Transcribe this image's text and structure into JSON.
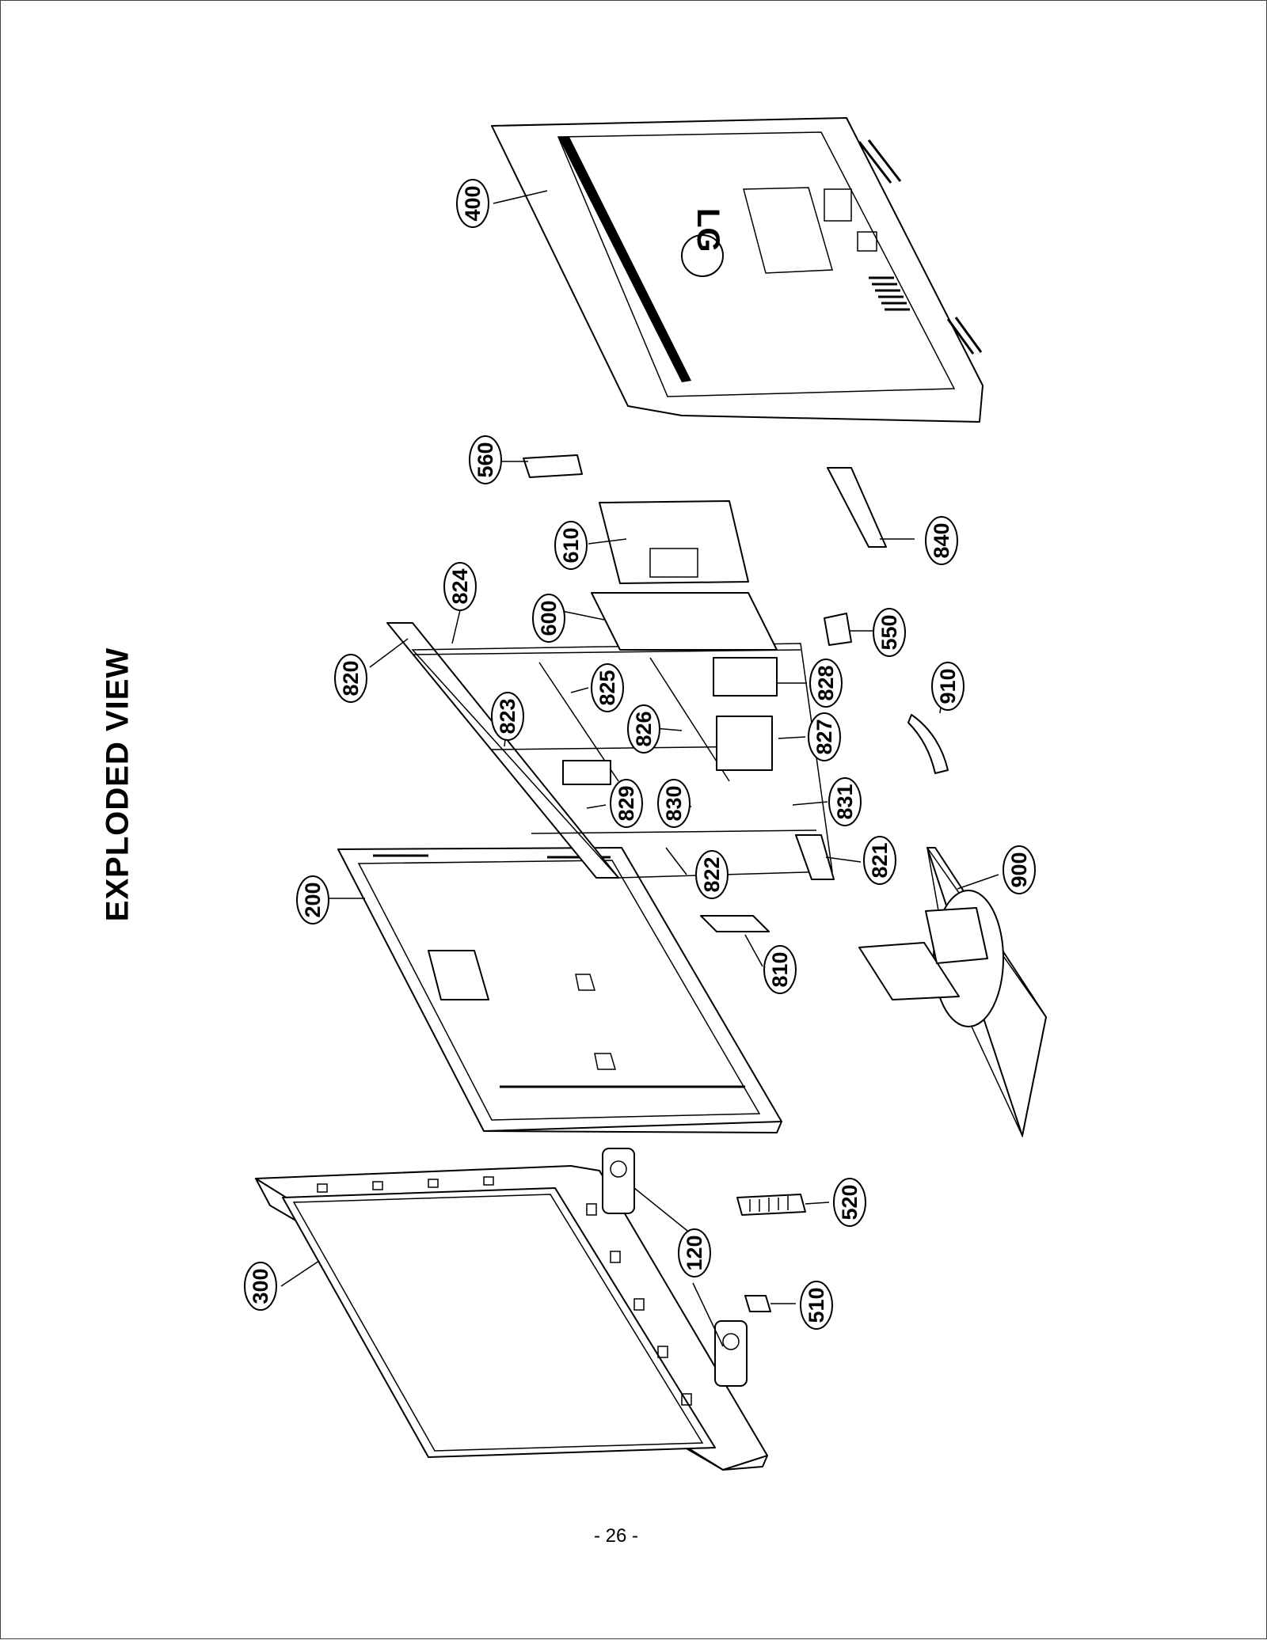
{
  "title": "EXPLODED VIEW",
  "page_number": "- 26 -",
  "logo_text": "LG",
  "callouts": [
    {
      "id": "300",
      "label": "300"
    },
    {
      "id": "200",
      "label": "200"
    },
    {
      "id": "400",
      "label": "400"
    },
    {
      "id": "560",
      "label": "560"
    },
    {
      "id": "610",
      "label": "610"
    },
    {
      "id": "824",
      "label": "824"
    },
    {
      "id": "600",
      "label": "600"
    },
    {
      "id": "820",
      "label": "820"
    },
    {
      "id": "825",
      "label": "825"
    },
    {
      "id": "823",
      "label": "823"
    },
    {
      "id": "826",
      "label": "826"
    },
    {
      "id": "828",
      "label": "828"
    },
    {
      "id": "827",
      "label": "827"
    },
    {
      "id": "829",
      "label": "829"
    },
    {
      "id": "830",
      "label": "830"
    },
    {
      "id": "831",
      "label": "831"
    },
    {
      "id": "822",
      "label": "822"
    },
    {
      "id": "821",
      "label": "821"
    },
    {
      "id": "840",
      "label": "840"
    },
    {
      "id": "550",
      "label": "550"
    },
    {
      "id": "910",
      "label": "910"
    },
    {
      "id": "900",
      "label": "900"
    },
    {
      "id": "810",
      "label": "810"
    },
    {
      "id": "120",
      "label": "120"
    },
    {
      "id": "520",
      "label": "520"
    },
    {
      "id": "510",
      "label": "510"
    }
  ]
}
